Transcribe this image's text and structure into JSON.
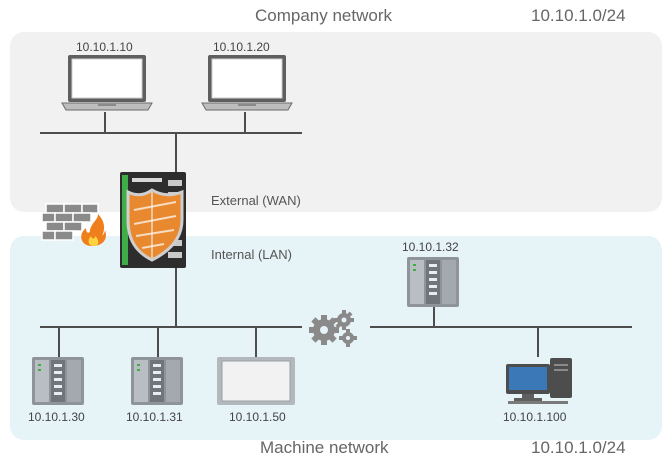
{
  "company_network": {
    "title": "Company network",
    "subnet": "10.10.1.0/24"
  },
  "machine_network": {
    "title": "Machine network",
    "subnet": "10.10.1.0/24"
  },
  "laptops": [
    {
      "ip": "10.10.1.10",
      "icon": "laptop-icon"
    },
    {
      "ip": "10.10.1.20",
      "icon": "laptop-icon"
    }
  ],
  "router": {
    "icon": "security-router-icon",
    "external_label": "External (WAN)",
    "internal_label": "Internal (LAN)"
  },
  "firewall": {
    "icon": "firewall-icon"
  },
  "gears": {
    "icon": "gears-icon"
  },
  "devices": [
    {
      "ip": "10.10.1.30",
      "icon": "plc-icon"
    },
    {
      "ip": "10.10.1.31",
      "icon": "plc-icon"
    },
    {
      "ip": "10.10.1.50",
      "icon": "hmi-panel-icon"
    },
    {
      "ip": "10.10.1.32",
      "icon": "plc-icon"
    },
    {
      "ip": "10.10.1.100",
      "icon": "workstation-icon"
    }
  ],
  "colors": {
    "company_zone": "#f1f1f1",
    "machine_zone": "#e6f3f7",
    "shield": "#e8892f",
    "line": "#4d4d4d"
  }
}
